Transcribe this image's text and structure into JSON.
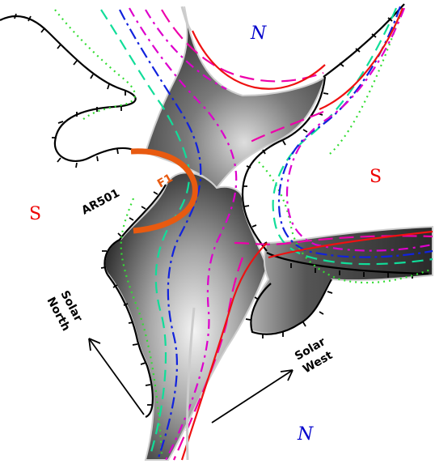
{
  "labels": {
    "north_top": "N",
    "north_bottom": "N",
    "south_left": "S",
    "south_right": "S",
    "region": "AR501",
    "filament": "F1",
    "solar_north_1": "Solar",
    "solar_north_2": "North",
    "solar_west_1": "Solar",
    "solar_west_2": "West"
  },
  "colors": {
    "north_label": "#0000cc",
    "south_label": "#ee0000",
    "filament": "#e85a10",
    "line_red": "#ee1111",
    "line_magenta": "#dd00cc",
    "line_blue": "#1122dd",
    "line_teal": "#11dd99",
    "line_green": "#33dd33",
    "boundary": "#000000"
  }
}
